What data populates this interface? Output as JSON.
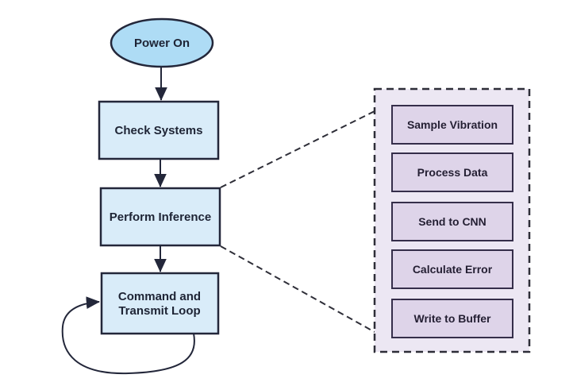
{
  "diagram": {
    "type": "flowchart",
    "nodes": {
      "start": {
        "label": "Power On",
        "shape": "ellipse"
      },
      "check": {
        "label": "Check Systems",
        "shape": "rect"
      },
      "inference": {
        "label": "Perform Inference",
        "shape": "rect"
      },
      "loop": {
        "label": "Command and Transmit Loop",
        "line1": "Command and",
        "line2": "Transmit Loop",
        "shape": "rect",
        "note": "has self-loop arrow"
      }
    },
    "edges": [
      {
        "from": "Power On",
        "to": "Check Systems",
        "style": "solid-arrow"
      },
      {
        "from": "Check Systems",
        "to": "Perform Inference",
        "style": "solid-arrow"
      },
      {
        "from": "Perform Inference",
        "to": "Command and Transmit Loop",
        "style": "solid-arrow"
      },
      {
        "from": "Command and Transmit Loop",
        "to": "Command and Transmit Loop",
        "style": "self-loop-arrow"
      },
      {
        "from": "Perform Inference",
        "to": "detail-box",
        "style": "dashed-expansion"
      }
    ],
    "detail_box": {
      "items": [
        "Sample Vibration",
        "Process Data",
        "Send to CNN",
        "Calculate Error",
        "Write to Buffer"
      ]
    },
    "colors": {
      "ellipse_fill": "#aedcf5",
      "blue_box_fill": "#d9ecf9",
      "outline_dark": "#23273a",
      "detail_bg": "#ece7f3",
      "detail_item_fill": "#ded4e9",
      "detail_item_border": "#352e4a",
      "dashed_line": "#2e2e38",
      "text": "#1e2435"
    }
  }
}
